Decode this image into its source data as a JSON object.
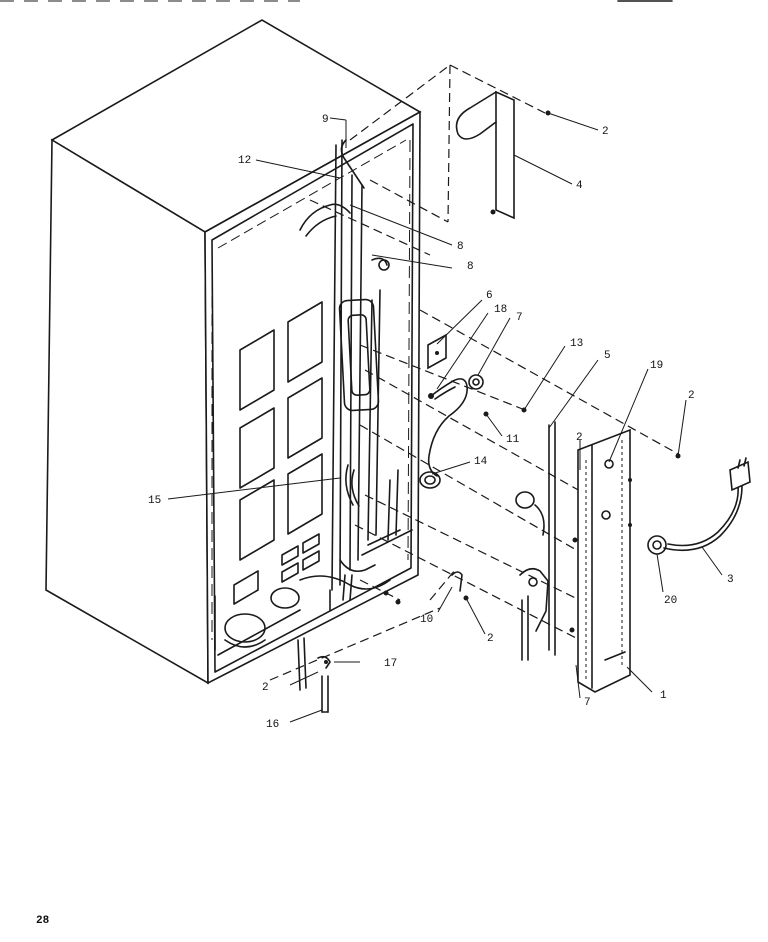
{
  "page": {
    "number": "28"
  },
  "callouts": [
    {
      "id": "c1",
      "text": "1"
    },
    {
      "id": "c2a",
      "text": "2"
    },
    {
      "id": "c2b",
      "text": "2"
    },
    {
      "id": "c2c",
      "text": "2"
    },
    {
      "id": "c2d",
      "text": "2"
    },
    {
      "id": "c2e",
      "text": "2"
    },
    {
      "id": "c3",
      "text": "3"
    },
    {
      "id": "c4",
      "text": "4"
    },
    {
      "id": "c5",
      "text": "5"
    },
    {
      "id": "c6",
      "text": "6"
    },
    {
      "id": "c7",
      "text": "7"
    },
    {
      "id": "c7b",
      "text": "7"
    },
    {
      "id": "c8a",
      "text": "8"
    },
    {
      "id": "c8b",
      "text": "8"
    },
    {
      "id": "c9",
      "text": "9"
    },
    {
      "id": "c10",
      "text": "10"
    },
    {
      "id": "c11",
      "text": "11"
    },
    {
      "id": "c12",
      "text": "12"
    },
    {
      "id": "c13",
      "text": "13"
    },
    {
      "id": "c14",
      "text": "14"
    },
    {
      "id": "c15",
      "text": "15"
    },
    {
      "id": "c16",
      "text": "16"
    },
    {
      "id": "c17",
      "text": "17"
    },
    {
      "id": "c18",
      "text": "18"
    },
    {
      "id": "c19",
      "text": "19"
    },
    {
      "id": "c20",
      "text": "20"
    }
  ]
}
